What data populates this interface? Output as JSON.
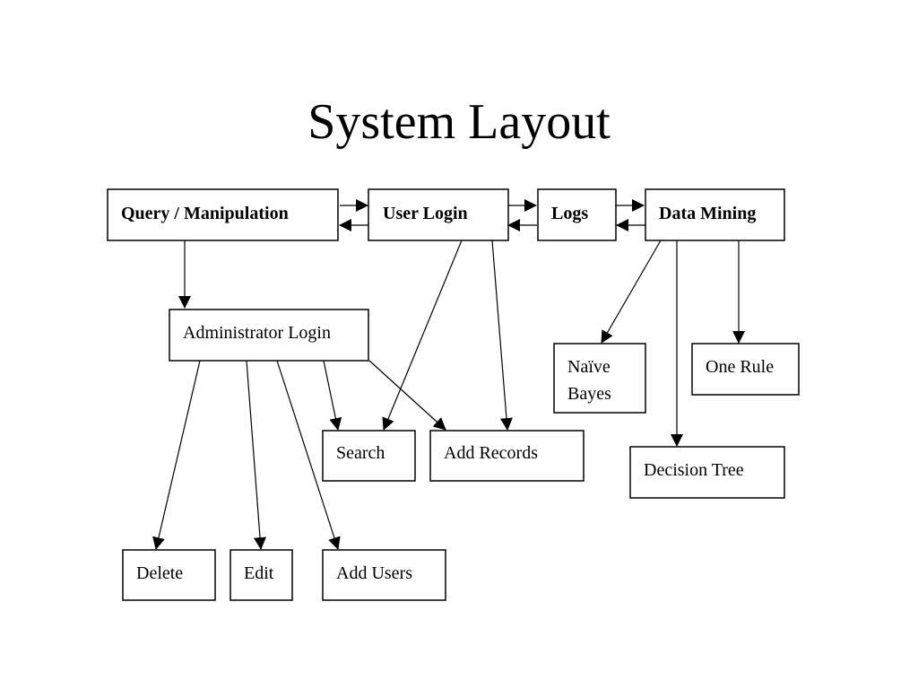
{
  "title": "System Layout",
  "boxes": {
    "query_manipulation": "Query / Manipulation",
    "user_login": "User Login",
    "logs": "Logs",
    "data_mining": "Data Mining",
    "administrator_login": "Administrator Login",
    "naive_bayes_line1": "Naïve",
    "naive_bayes_line2": "Bayes",
    "one_rule": "One Rule",
    "search": "Search",
    "add_records": "Add Records",
    "decision_tree": "Decision Tree",
    "delete": "Delete",
    "edit": "Edit",
    "add_users": "Add Users"
  }
}
